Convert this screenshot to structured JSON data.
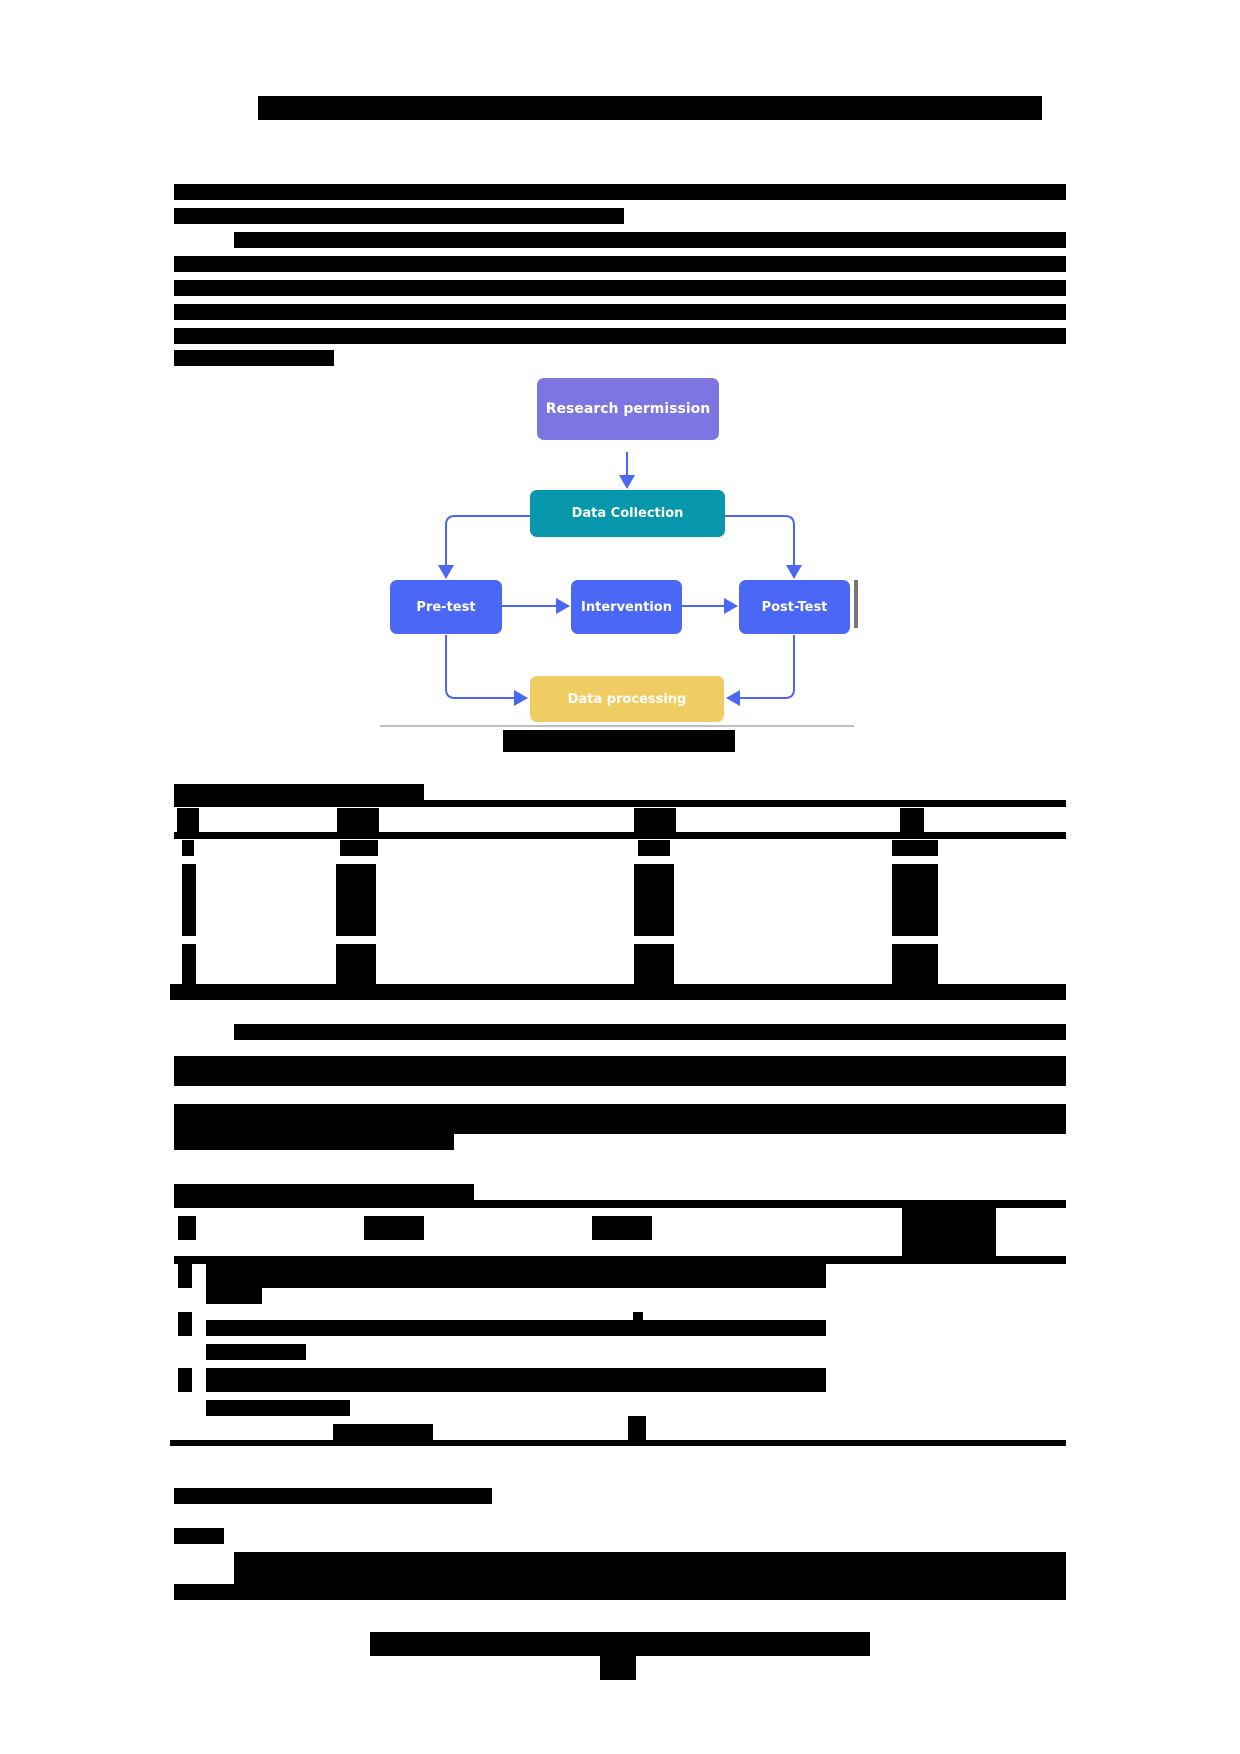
{
  "document": {
    "header_redacted": true,
    "body_text_redacted": true
  },
  "figure": {
    "nodes": {
      "research_permission": "Research permission",
      "data_collection": "Data Collection",
      "pre_test": "Pre-test",
      "intervention": "Intervention",
      "post_test": "Post-Test",
      "data_processing": "Data processing"
    },
    "colors": {
      "research_permission": "#7f75e2",
      "data_collection": "#0797ad",
      "process_blue": "#4a67f5",
      "data_processing": "#efcd62",
      "arrow": "#4a67f5"
    }
  }
}
